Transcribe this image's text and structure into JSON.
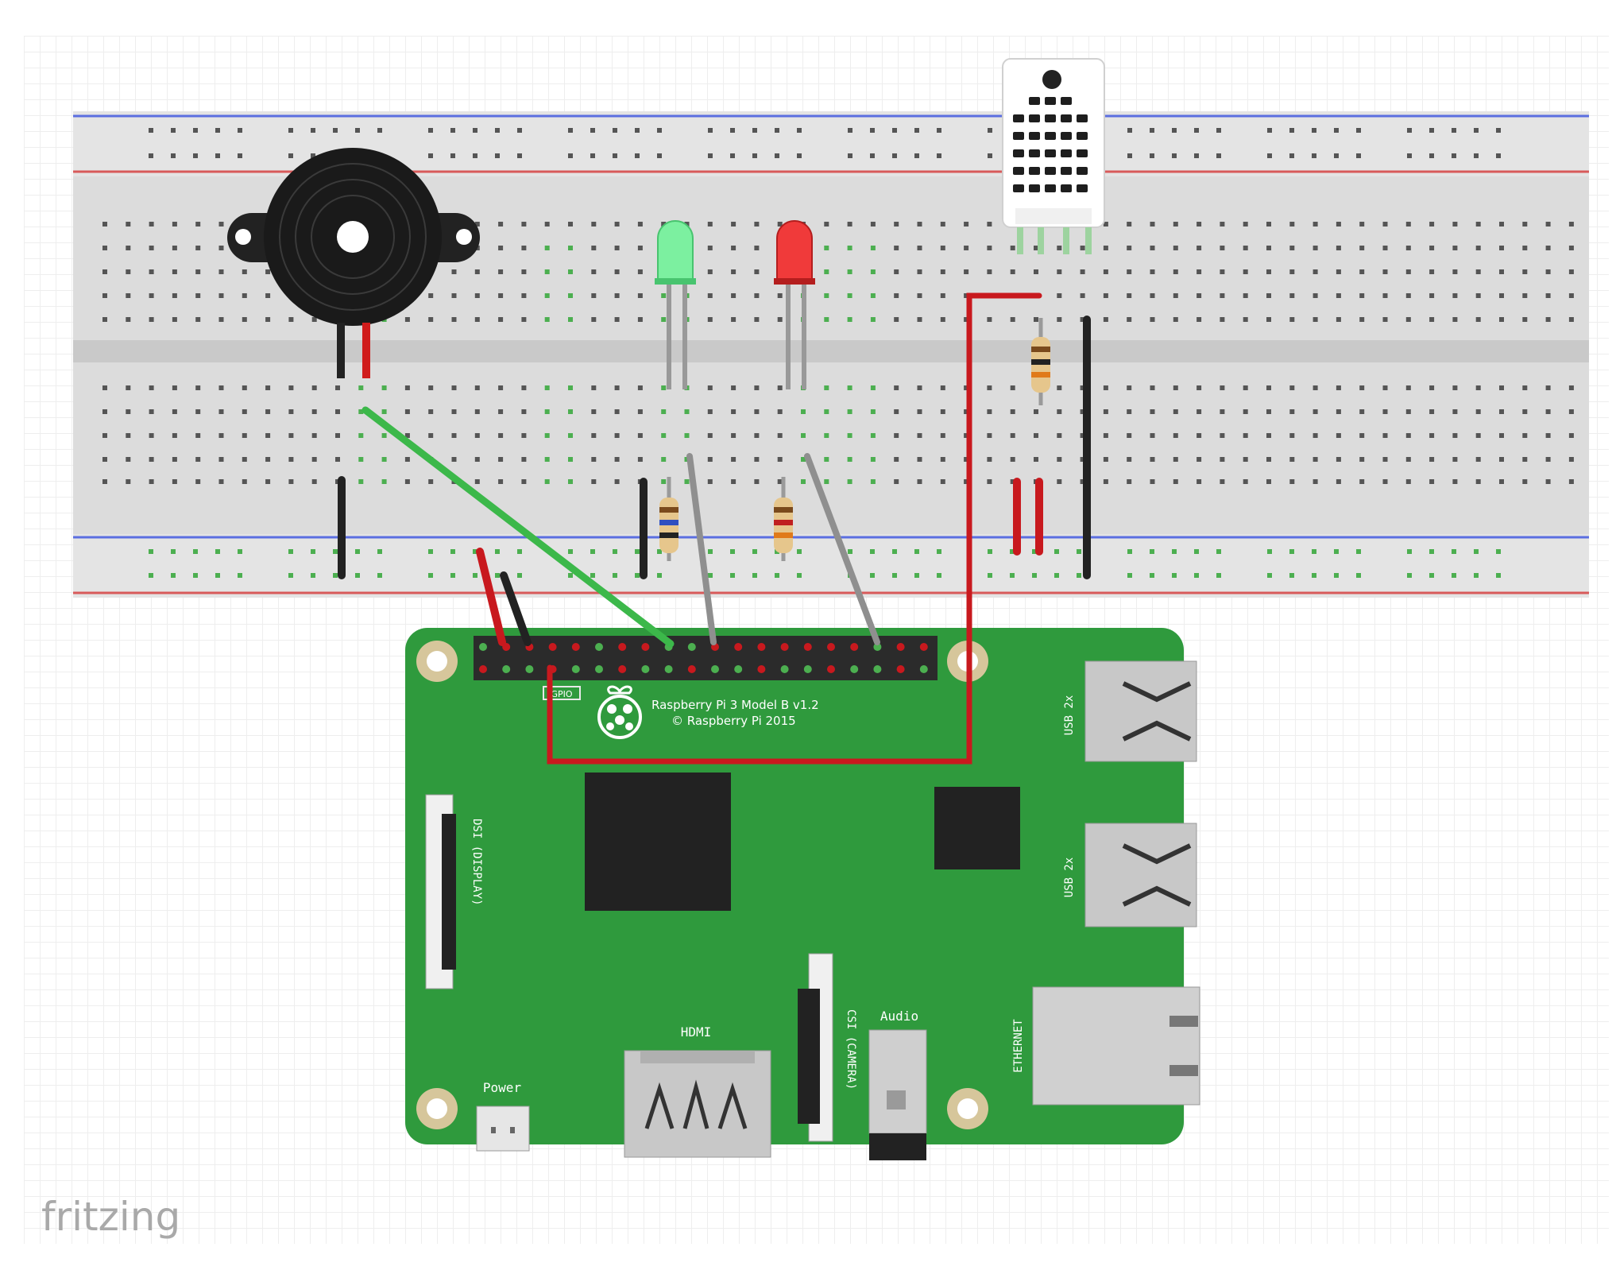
{
  "watermark": "fritzing",
  "board": {
    "name": "Raspberry Pi 3 Model B v1.2",
    "copyright": "© Raspberry Pi 2015",
    "gpio_label": "GPIO"
  },
  "connectors": {
    "dsi": "DSI (DISPLAY)",
    "csi": "CSI (CAMERA)",
    "hdmi": "HDMI",
    "audio": "Audio",
    "power": "Power",
    "usb_top": "USB 2x",
    "usb_bottom": "USB 2x",
    "ethernet": "ETHERNET"
  },
  "components": {
    "led_green": "green-led",
    "led_red": "red-led",
    "buzzer": "piezo-buzzer",
    "sensor": "dht-sensor"
  },
  "colors": {
    "pcb_green": "#2f9a3d",
    "wire_red": "#c8191e",
    "wire_black": "#222222",
    "wire_green": "#3cb84a",
    "wire_grey": "#8f8f8f",
    "breadboard": "#dcdcdc",
    "rail_blue": "#5b6ee0",
    "rail_red": "#d85a5a",
    "hole_green": "#4caf50"
  }
}
